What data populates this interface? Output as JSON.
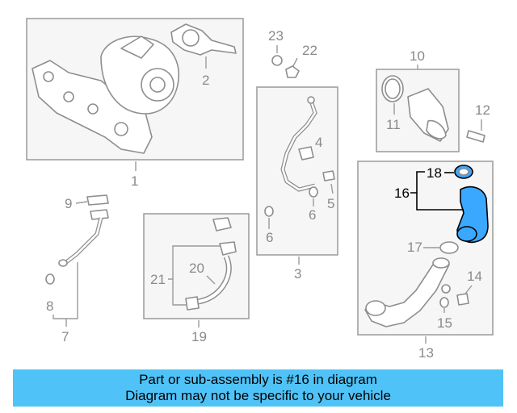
{
  "callouts": {
    "c1": "1",
    "c2": "2",
    "c3": "3",
    "c4": "4",
    "c5": "5",
    "c6a": "6",
    "c6b": "6",
    "c7": "7",
    "c8": "8",
    "c9": "9",
    "c10": "10",
    "c11": "11",
    "c12": "12",
    "c13": "13",
    "c14": "14",
    "c15": "15",
    "c16": "16",
    "c17": "17",
    "c18": "18",
    "c19": "19",
    "c20": "20",
    "c21": "21",
    "c22": "22",
    "c23": "23"
  },
  "highlight_part": "16",
  "colors": {
    "highlight": "#3aa8ff",
    "banner": "#4fc3f7",
    "outline": "#8e8e8e"
  },
  "banner": {
    "line1": "Part or sub-assembly is #16 in diagram",
    "line2": "Diagram may not be specific to your vehicle"
  }
}
